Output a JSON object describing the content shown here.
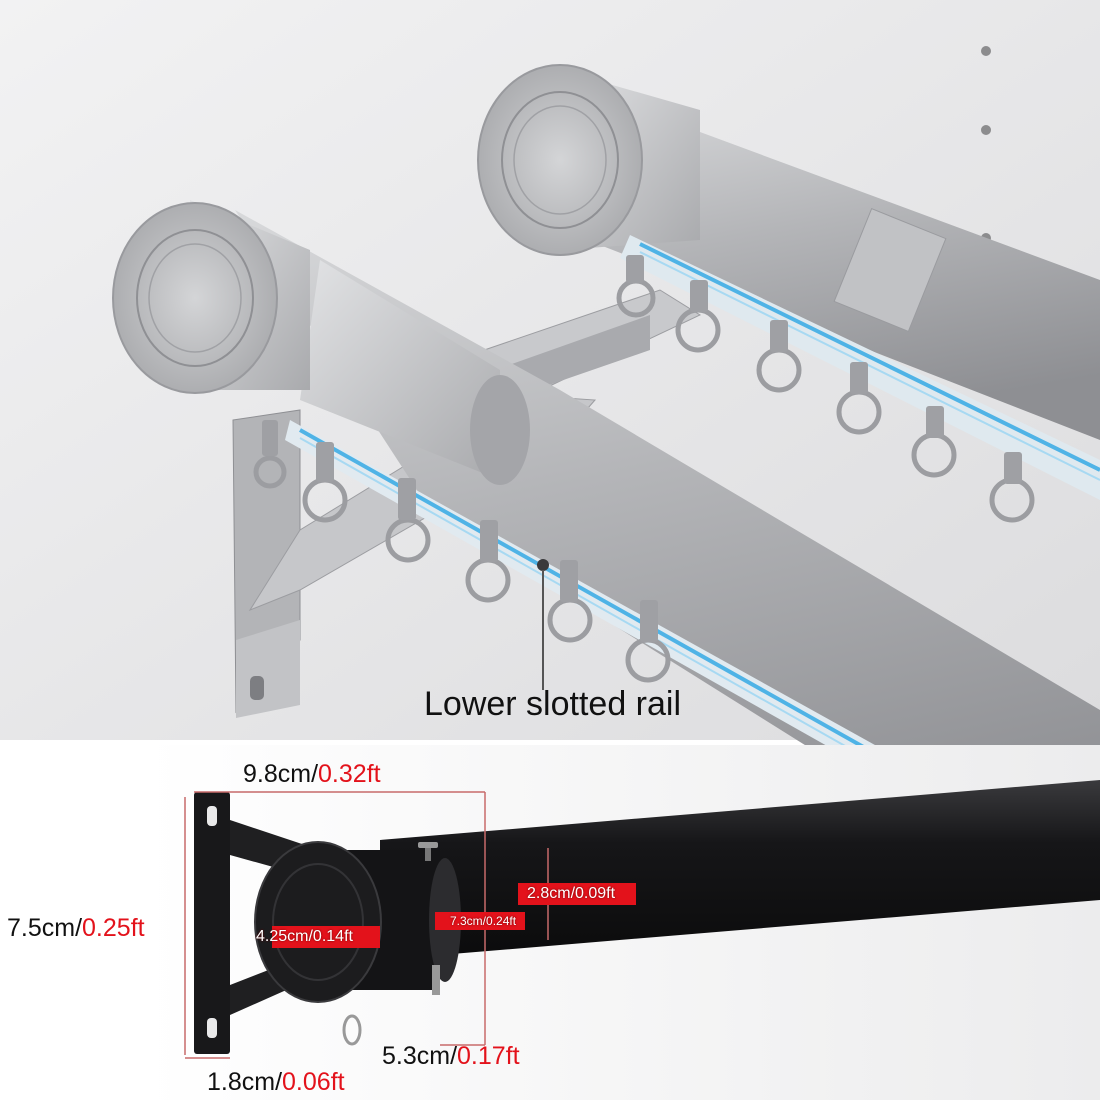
{
  "callout": {
    "text": "Lower slotted rail"
  },
  "dimensions": {
    "width": {
      "metric": "9.8cm/",
      "imperial": "0.32ft"
    },
    "height": {
      "metric": "7.5cm/",
      "imperial": "0.25ft"
    },
    "plate_width": {
      "metric": "1.8cm/",
      "imperial": "0.06ft"
    },
    "depth": {
      "metric": "5.3cm/",
      "imperial": "0.17ft"
    },
    "finial": {
      "metric": "4.25cm/",
      "imperial": "0.14ft"
    },
    "connector": {
      "metric": "7.3cm/",
      "imperial": "0.24ft"
    },
    "rod": {
      "metric": "2.8cm/",
      "imperial": "0.09ft"
    }
  },
  "colors": {
    "highlight": "#e3121b",
    "silver": "#b9babd",
    "black_rod": "#1a1a1c",
    "wall": "#e4e4e5",
    "rail_glow": "#4fb3e6"
  },
  "icons": [
    "carousel-dot-icon",
    "carousel-dot-icon",
    "carousel-dot-icon"
  ]
}
